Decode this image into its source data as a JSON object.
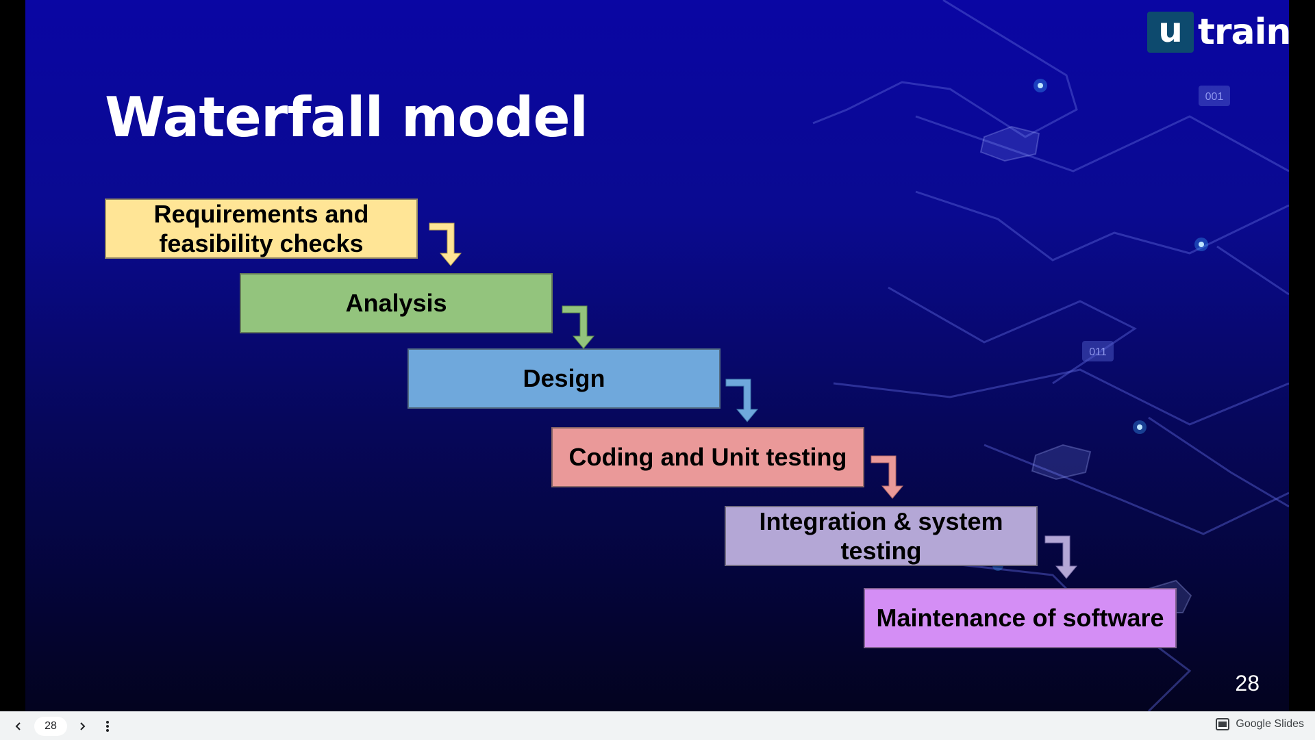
{
  "slide": {
    "title": "Waterfall model",
    "page_number": "28",
    "logo": {
      "mark": "u",
      "wordmark": "train"
    },
    "deco_tags": [
      "001",
      "011"
    ],
    "steps": [
      {
        "label": "Requirements and feasibility checks",
        "color": "#ffe596"
      },
      {
        "label": "Analysis",
        "color": "#93c47d"
      },
      {
        "label": "Design",
        "color": "#6fa8dc"
      },
      {
        "label": "Coding and Unit testing",
        "color": "#ea9999"
      },
      {
        "label": "Integration & system testing",
        "color": "#b4a7d6"
      },
      {
        "label": "Maintenance of software",
        "color": "#d48ef5"
      }
    ]
  },
  "toolbar": {
    "prev_icon": "chevron-left-icon",
    "current_page": "28",
    "next_icon": "chevron-right-icon",
    "more_icon": "more-vert-icon",
    "app_label": "Google Slides"
  }
}
